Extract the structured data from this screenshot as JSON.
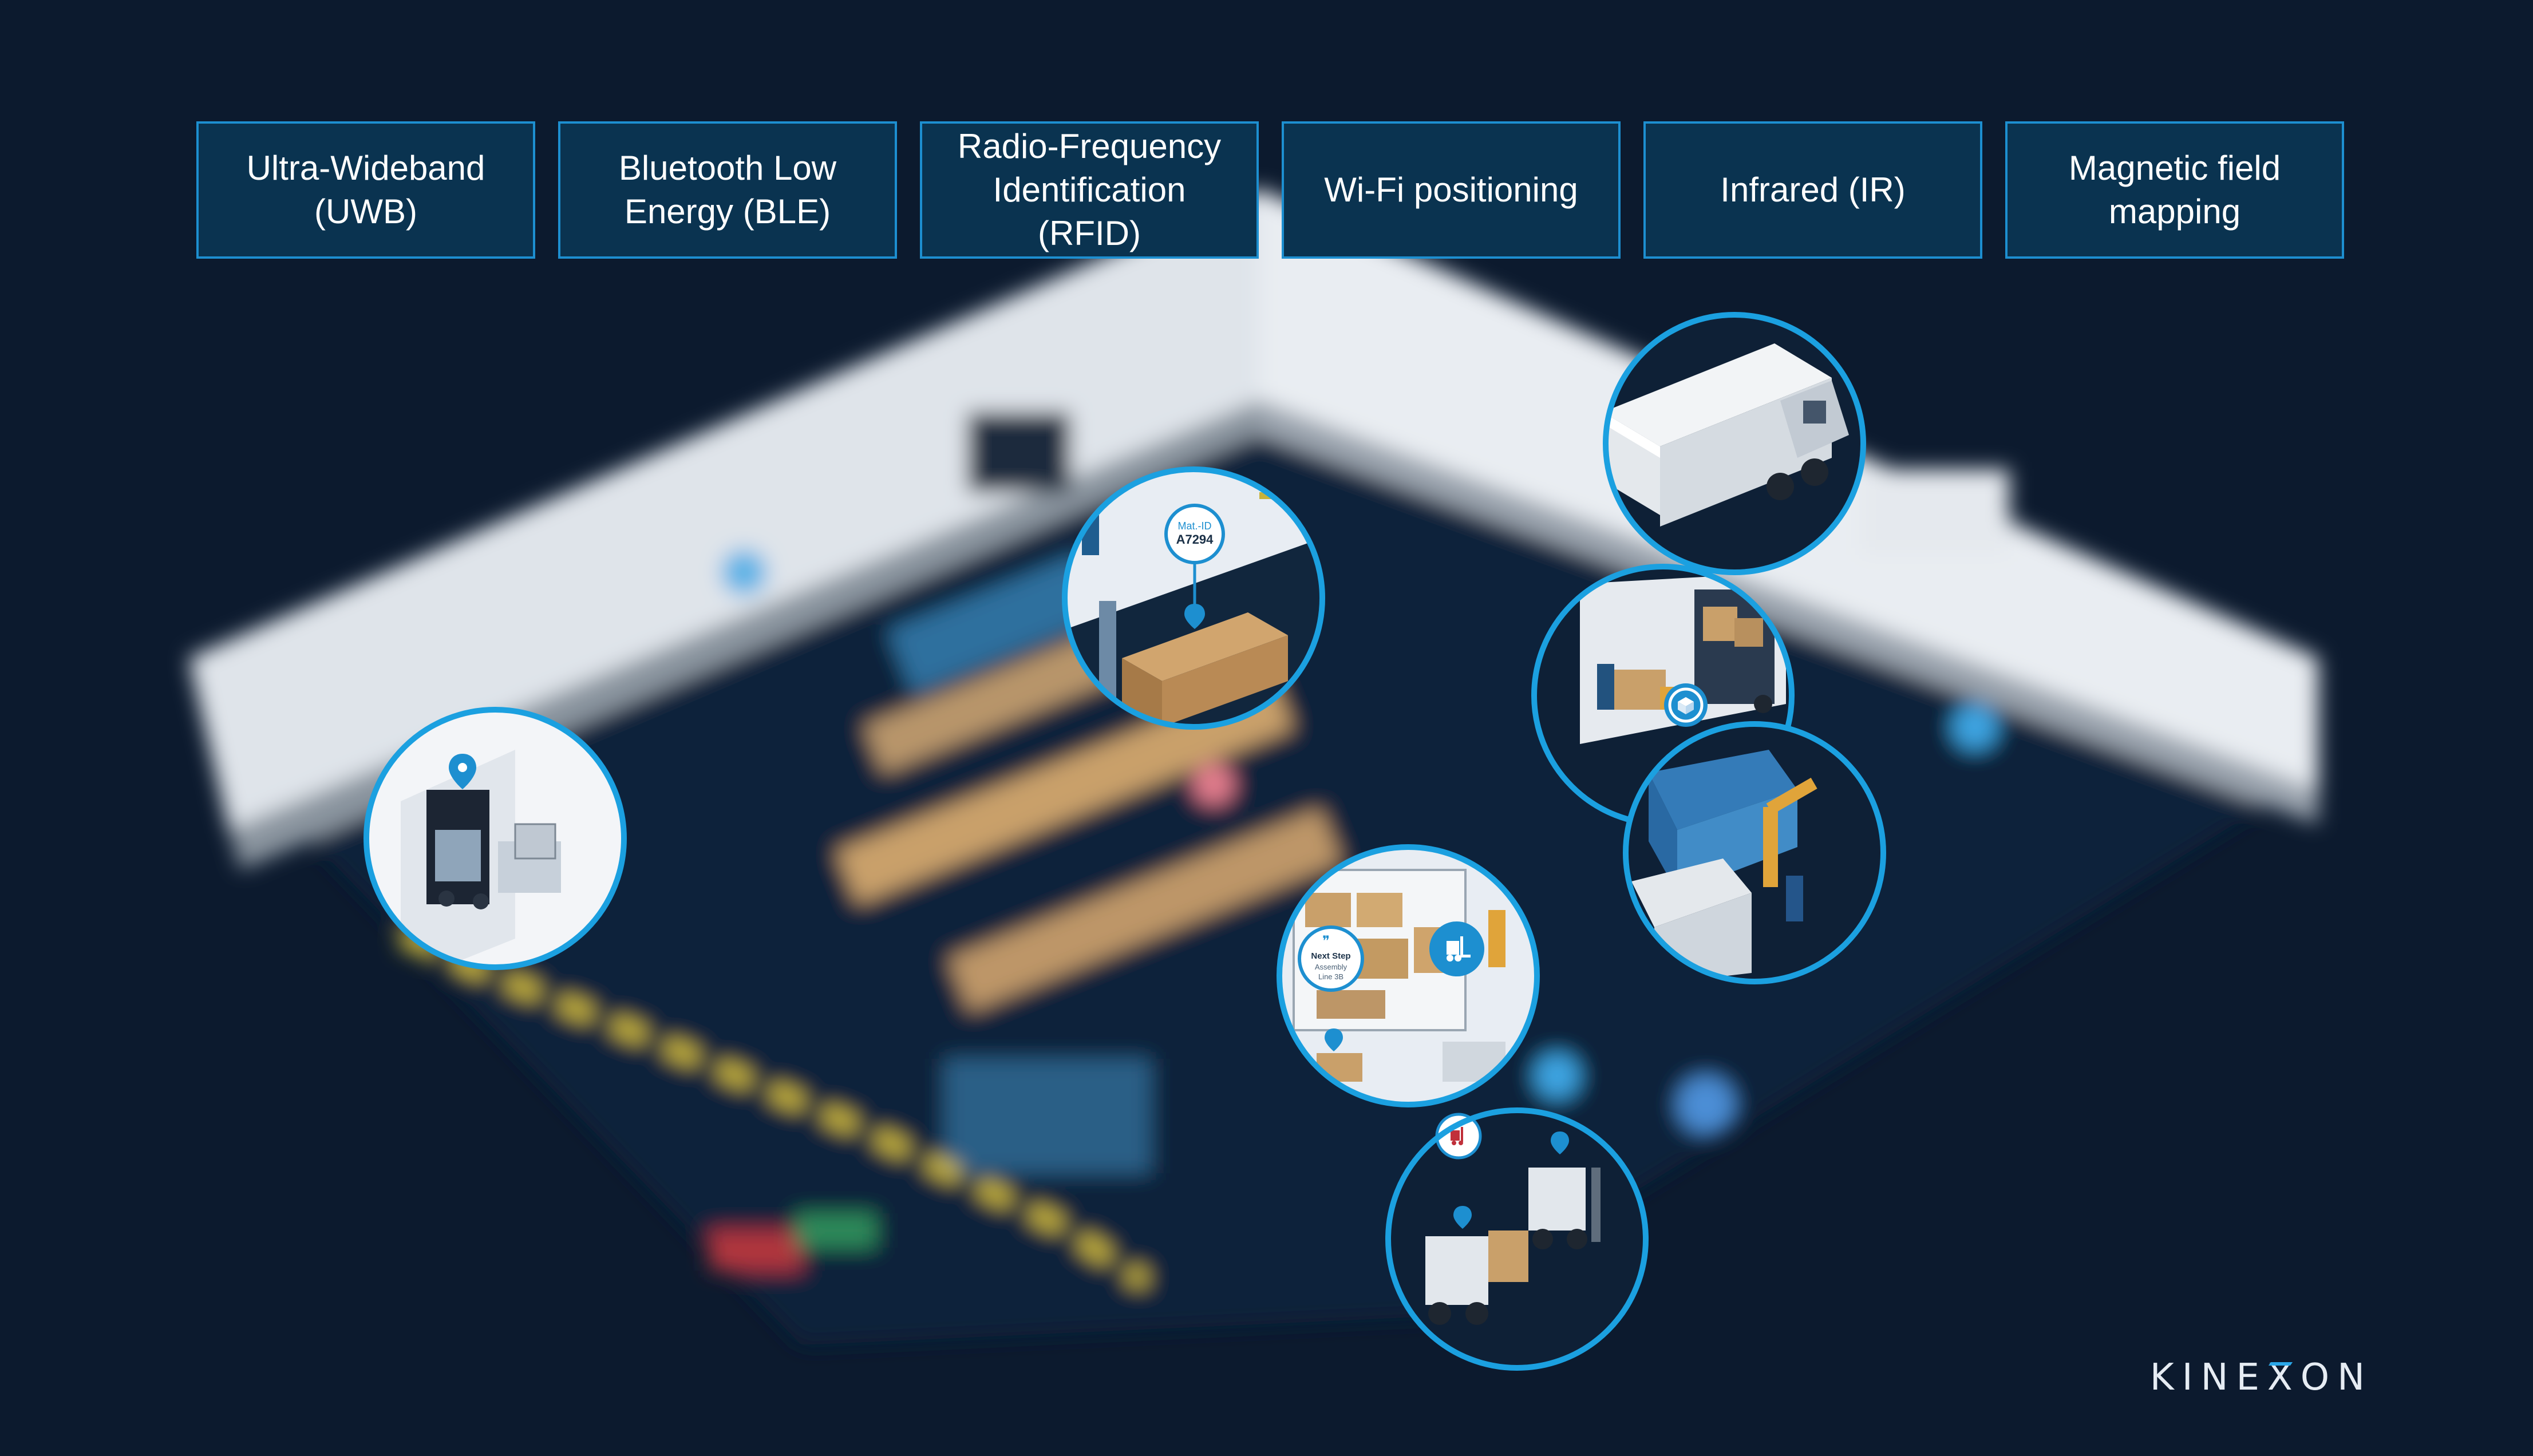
{
  "technologies": [
    {
      "label": "Ultra-Wideband\n(UWB)"
    },
    {
      "label": "Bluetooth Low\nEnergy (BLE)"
    },
    {
      "label": "Radio-Frequency\nIdentification\n(RFID)"
    },
    {
      "label": "Wi-Fi positioning"
    },
    {
      "label": "Infrared (IR)"
    },
    {
      "label": "Magnetic field\nmapping"
    }
  ],
  "labels": {
    "rfid_tag_line1": "Mat.-ID",
    "rfid_tag_line2": "A7294",
    "next_step_line1": "Next Step",
    "next_step_line2": "Assembly",
    "next_step_line3": "Line 3B"
  },
  "brand": {
    "pre": "KINE",
    "x": "X",
    "post": "ON"
  },
  "colors": {
    "background": "#0c1a2e",
    "box_fill": "#0a3350",
    "accent": "#1d8fd0",
    "warehouse_wall": "#e9edf2",
    "box_cardboard": "#c9a06a",
    "yellow_line": "#d8c23a"
  },
  "icons": [
    "location-pin-icon",
    "forklift-icon",
    "package-icon",
    "robot-arm-icon",
    "truck-icon"
  ]
}
